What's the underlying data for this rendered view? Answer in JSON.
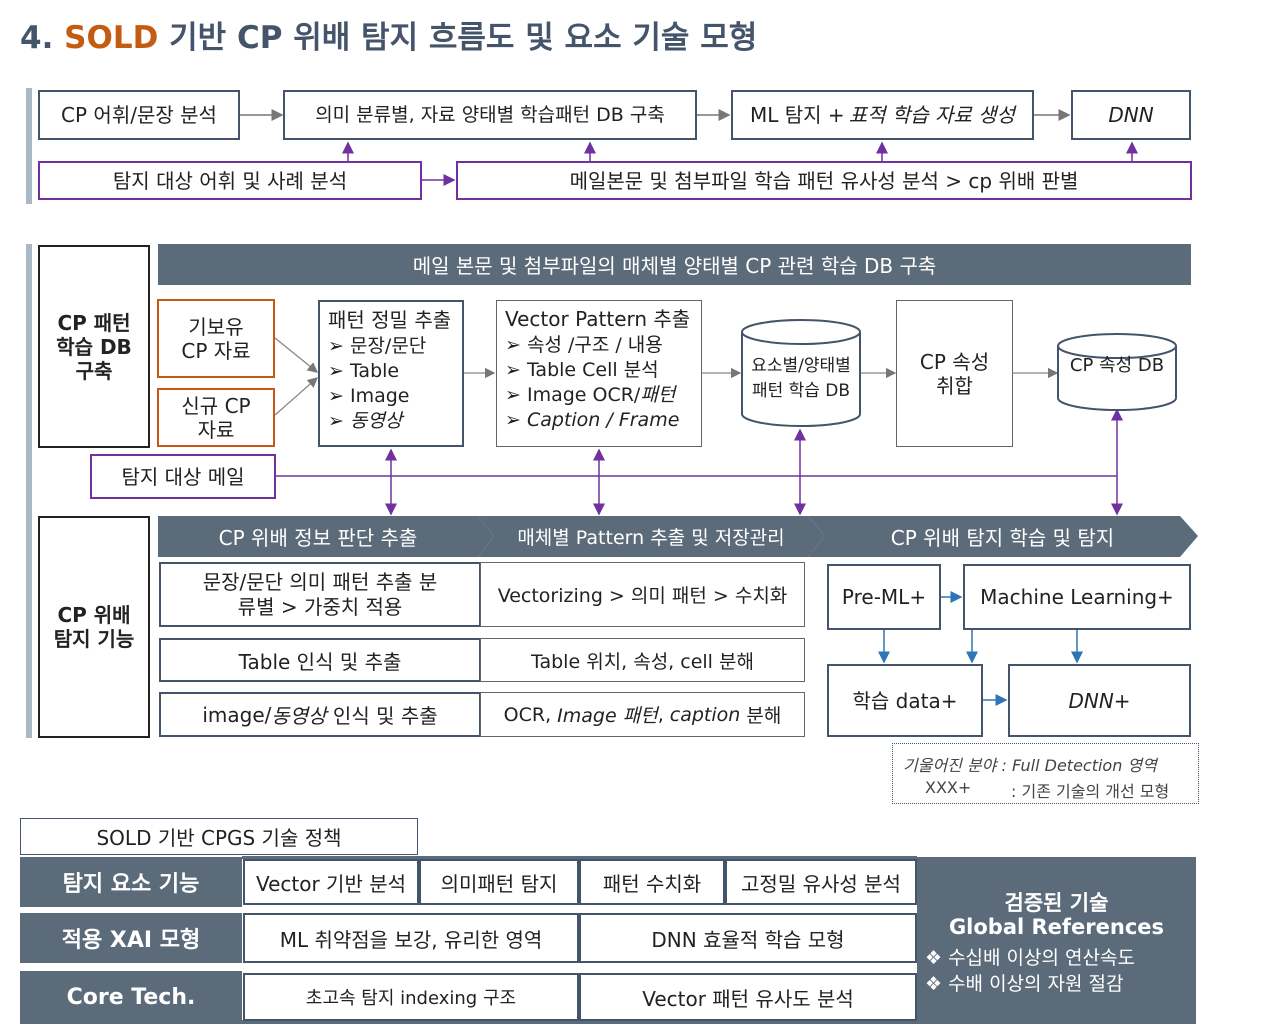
{
  "title": {
    "number": "4.",
    "highlight": "SOLD",
    "rest": "기반 CP 위배 탐지 흐름도 및 요소 기술 모형"
  },
  "top_flow": {
    "step1": "CP 어휘/문장 분석",
    "step2": "의미 분류별, 자료 양태별 학습패턴  DB 구축",
    "step3_plain": "ML 탐지 + ",
    "step3_italic": "표적 학습 자료 생성",
    "step4": "DNN",
    "sub1": "탐지 대상 어휘 및 사례 분석",
    "sub2": "메일본문 및 첨부파일 학습 패턴 유사성 분석 >  cp 위배 판별"
  },
  "db_section": {
    "side_label": "CP 패턴 학습 DB 구축",
    "header": "메일 본문 및 첨부파일의 매체별 양태별 CP 관련 학습 DB 구축",
    "existing": "기보유 CP 자료",
    "new": "신규 CP 자료",
    "extract_title": "패턴 정밀 추출",
    "extract_items": [
      "문장/문단",
      "Table",
      "Image"
    ],
    "extract_italic": "동영상",
    "vector_title": "Vector Pattern 추출",
    "vector_items": [
      "속성 /구조 / 내용",
      "Table Cell 분석"
    ],
    "vector_item3_plain": "Image OCR/",
    "vector_item3_italic": "패턴",
    "vector_item4_italic": "Caption / Frame",
    "db1": "요소별/양태별 패턴 학습 DB",
    "merge": "CP 속성 취합",
    "db2": "CP 속성 DB",
    "target_mail": "탐지 대상 메일"
  },
  "detect_section": {
    "side_label": "CP 위배 탐지 기능",
    "chev1": "CP 위배 정보 판단 추출",
    "chev2": "매체별 Pattern 추출 및 저장관리",
    "chev3": "CP 위배 탐지 학습 및 탐지",
    "row1_left": "문장/문단 의미 패턴 추출 분류별 > 가중치 적용",
    "row1_right": "Vectorizing > 의미 패턴 > 수치화",
    "row2_left": "Table 인식 및 추출",
    "row2_right": "Table 위치, 속성, cell 분해",
    "row3_left_plain": "image/",
    "row3_left_italic": "동영상",
    "row3_left_rest": " 인식 및 추출",
    "row3_right_a": "OCR, ",
    "row3_right_b": "Image 패턴",
    "row3_right_c": ", ",
    "row3_right_d": "caption",
    "row3_right_e": " 분해",
    "ml1": "Pre-ML+",
    "ml2": "Machine Learning+",
    "ml3": "학습 data+",
    "ml4": "DNN+",
    "legend_line1": "기울어진 분야 : Full Detection 영역",
    "legend_xxx": "XXX+",
    "legend_line2": ": 기존 기술의 개선 모형"
  },
  "policy": {
    "title": "SOLD 기반 CPGS 기술 정책",
    "row_labels": [
      "탐지 요소 기능",
      "적용 XAI 모형",
      "Core Tech."
    ],
    "row1": [
      "Vector 기반 분석",
      "의미패턴 탐지",
      "패턴 수치화",
      "고정밀 유사성 분석"
    ],
    "row2": [
      "ML 취약점을 보강, 유리한 영역",
      "DNN 효율적 학습 모형"
    ],
    "row3": [
      "초고속 탐지 indexing 구조",
      "Vector 패턴 유사도 분석"
    ],
    "verified_title": "검증된 기술",
    "verified_sub": "Global References",
    "verified_items": [
      "수십배 이상의 연산속도",
      "수배 이상의 자원 절감"
    ]
  },
  "colors": {
    "navy": "#44546a",
    "purple": "#7030a0",
    "orange": "#c55a11",
    "bar": "#5b6b7a",
    "title": "#44546a"
  }
}
